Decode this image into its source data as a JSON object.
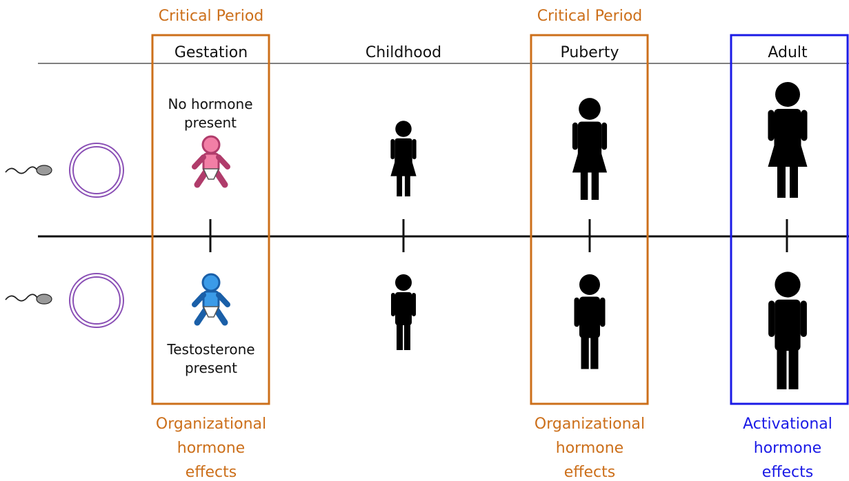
{
  "colors": {
    "critical": "#cc6f1a",
    "activational": "#1a1ae6",
    "line": "#111111",
    "egg": "#8a4fb5",
    "female_baby": "#f27fa6",
    "male_baby": "#3b9be8",
    "figure": "#000000"
  },
  "stages": {
    "gestation": "Gestation",
    "childhood": "Childhood",
    "puberty": "Puberty",
    "adult": "Adult"
  },
  "critical_period_labels": [
    "Critical Period",
    "Critical Period"
  ],
  "gestation_notes": {
    "top": [
      "No hormone",
      "present"
    ],
    "bottom": [
      "Testosterone",
      "present"
    ]
  },
  "effects": {
    "organizational_1": [
      "Organizational",
      "hormone",
      "effects"
    ],
    "organizational_2": [
      "Organizational",
      "hormone",
      "effects"
    ],
    "activational": [
      "Activational",
      "hormone",
      "effects"
    ]
  },
  "icons": {
    "sperm": "sperm-icon",
    "egg": "egg-icon",
    "baby_female": "baby-girl-icon",
    "baby_male": "baby-boy-icon",
    "female": "female-figure-icon",
    "male": "male-figure-icon"
  }
}
